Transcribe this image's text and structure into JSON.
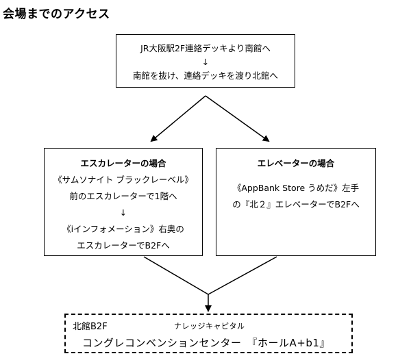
{
  "title": "会場までのアクセス",
  "top_box": {
    "line1": "JR大阪駅2F連絡デッキより南館へ",
    "arrow": "↓",
    "line2": "南館を抜け、連絡デッキを渡り北館へ"
  },
  "escalator_box": {
    "heading": "エスカレーターの場合",
    "line1": "《サムソナイト ブラックレーベル》",
    "line2": "前のエスカレーターで1階へ",
    "arrow": "↓",
    "line3": "《ⅰインフォメーション》右奥の",
    "line4": "エスカレーターでB2Fへ"
  },
  "elevator_box": {
    "heading": "エレベーターの場合",
    "line1": "《AppBank Store うめだ》左手",
    "line2": "の『北２』エレベーターでB2Fへ"
  },
  "destination": {
    "floor": "北館B2F",
    "ruby": "ナレッジキャピタル",
    "venue": "コングレコンベンションセンター　『ホールA+b1』"
  }
}
